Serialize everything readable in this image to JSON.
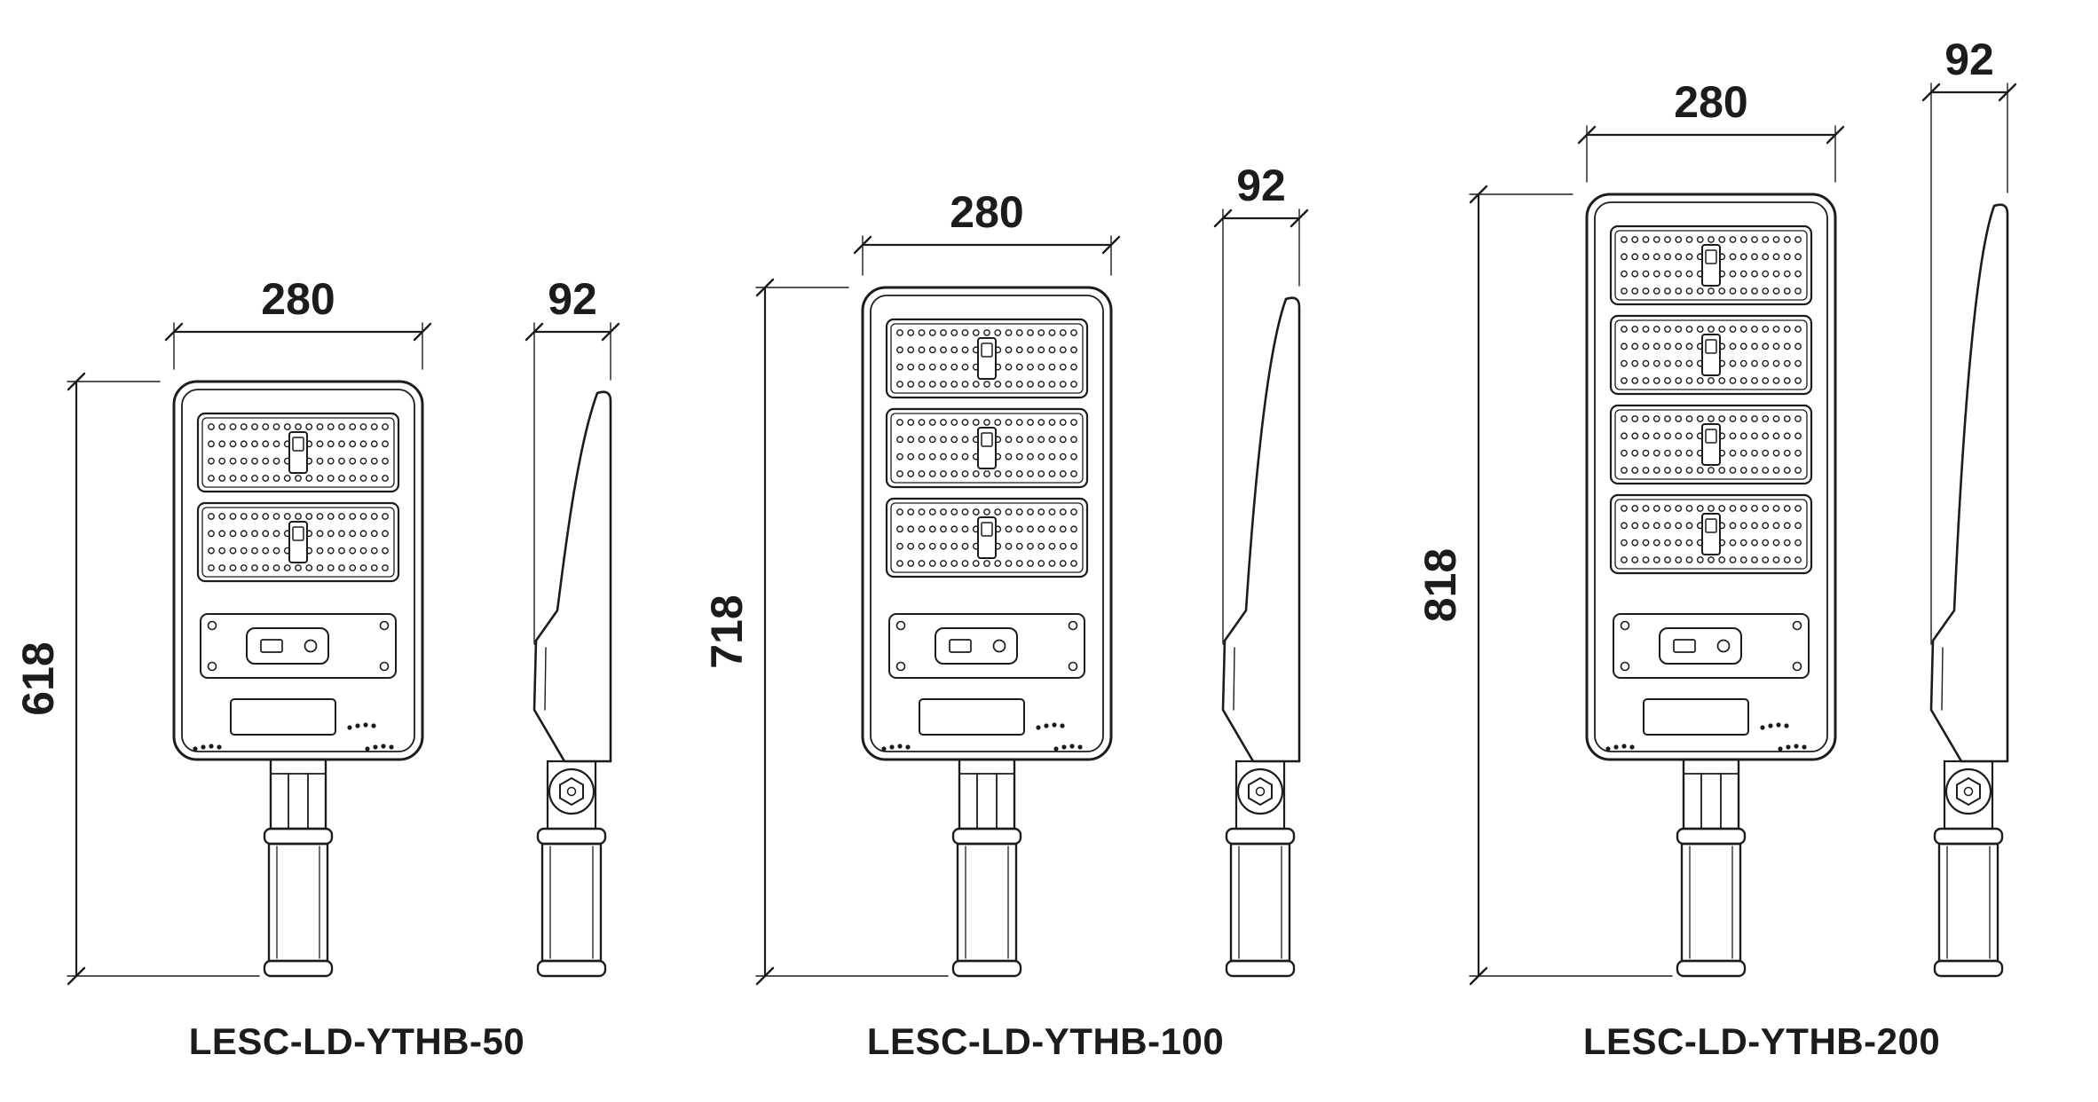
{
  "diagram": {
    "background_color": "#ffffff",
    "line_color": "#1c1c1c",
    "models": [
      {
        "name": "LESC-LD-YTHB-50",
        "width_mm": "280",
        "depth_mm": "92",
        "height_mm": "618",
        "led_panel_count": 2
      },
      {
        "name": "LESC-LD-YTHB-100",
        "width_mm": "280",
        "depth_mm": "92",
        "height_mm": "718",
        "led_panel_count": 3
      },
      {
        "name": "LESC-LD-YTHB-200",
        "width_mm": "280",
        "depth_mm": "92",
        "height_mm": "818",
        "led_panel_count": 4
      }
    ]
  }
}
